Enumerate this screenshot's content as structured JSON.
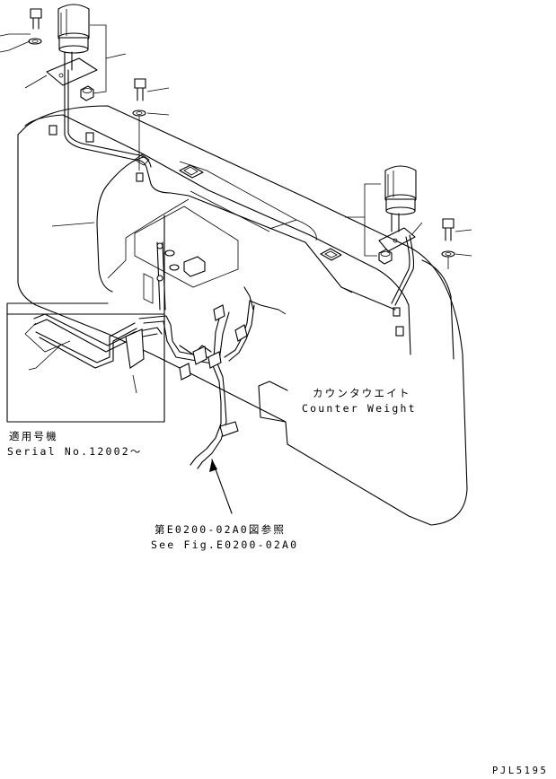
{
  "labels": {
    "counterweight_jp": "カウンタウエイト",
    "counterweight_en": "Counter Weight",
    "serial_jp": "適用号機",
    "serial_en": "Serial No.12002～",
    "reference_jp": "第E0200-02A0図参照",
    "reference_en": "See Fig.E0200-02A0",
    "drawing_code": "PJL5195"
  }
}
